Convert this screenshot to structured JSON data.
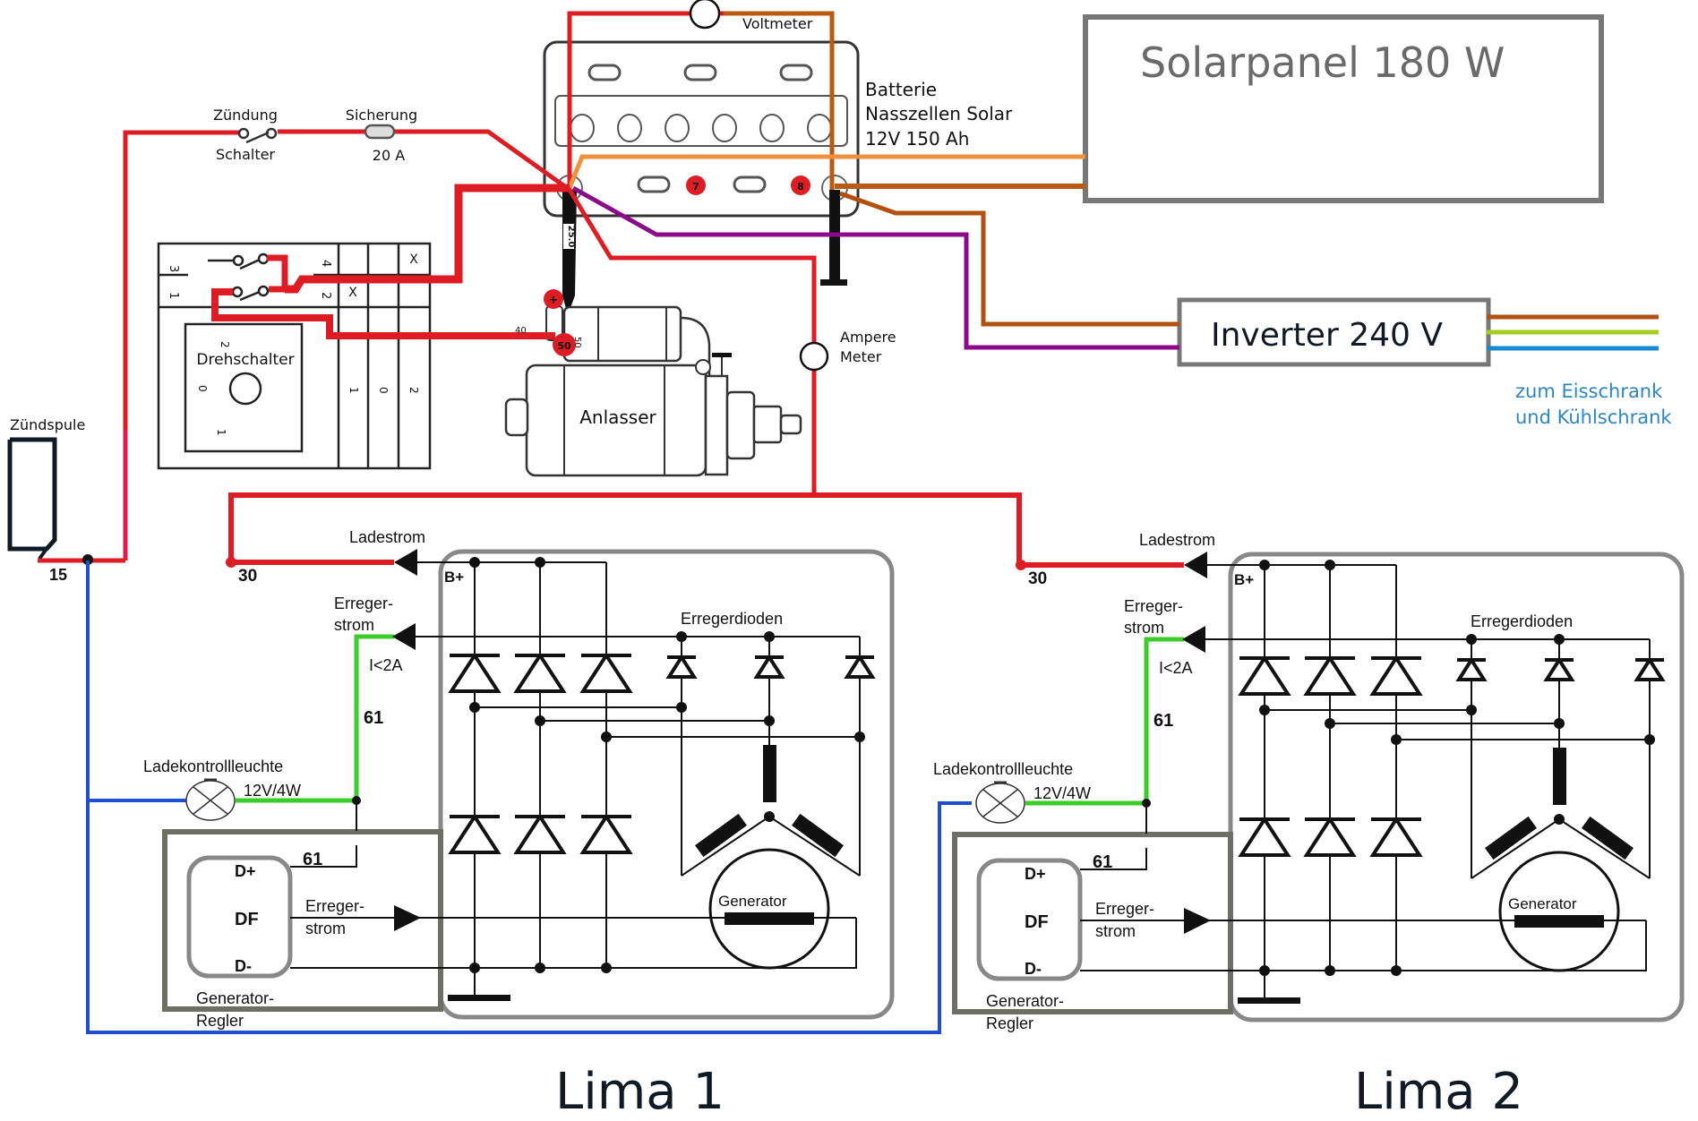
{
  "title": "Schaltplan Solar / Doppel-Lichtmaschine",
  "colors": {
    "wire_plus": "#dd1c24",
    "wire_ignition": "#e8174f",
    "wire_d_minus": "#1e4fd0",
    "wire_excitation": "#3ccc2a",
    "wire_solar_plus": "#f0903f",
    "wire_solar_minus": "#b85a10",
    "wire_inverter_plus": "#8b0a8b",
    "wire_ac_brown": "#b4500f",
    "wire_ac_green": "#a7cc1e",
    "wire_ac_blue": "#1a8ad0",
    "box_grey": "#777777",
    "regler_grey": "#6e6e64",
    "text_blue": "#2d86c5",
    "text_dark": "#0f1a24"
  },
  "top": {
    "voltmeter": "Voltmeter",
    "battery": {
      "line1": "Batterie",
      "line2": "Nasszellen Solar",
      "line3": "12V 150 Ah",
      "terminal_neg_label": "8",
      "terminal_7_label": "7",
      "cable_label": "25.0"
    },
    "solarpanel": "Solarpanel 180 W",
    "inverter": "Inverter 240 V",
    "inverter_output_note_1": "zum Eisschrank",
    "inverter_output_note_2": "und Kühlschrank",
    "ignition": {
      "label_top": "Zündung",
      "label_bottom": "Schalter"
    },
    "fuse": {
      "label_top": "Sicherung",
      "label_bottom": "20 A"
    },
    "rotary_switch": {
      "label": "Drehschalter",
      "terminals": [
        "3",
        "4",
        "1",
        "2",
        "X",
        "X"
      ],
      "positions": [
        "2",
        "0",
        "1"
      ],
      "columns": [
        "1",
        "0",
        "2"
      ]
    },
    "starter": {
      "label": "Anlasser",
      "t_plus": "+",
      "t_50": "50",
      "t_40": "40",
      "t_50b": "50"
    },
    "ammeter": {
      "line1": "Ampere",
      "line2": "Meter"
    },
    "ignition_coil": "Zündspule"
  },
  "alternators": [
    {
      "name": "Lima 1",
      "terminal_15": "15",
      "terminal_30": "30",
      "ladestrom": "Ladestrom",
      "erreger_top_1": "Erreger-",
      "erreger_top_2": "strom",
      "current_limit": "I<2A",
      "terminal_61": "61",
      "lamp_label": "Ladekontrollleuchte",
      "lamp_rating": "12V/4W",
      "b_plus": "B+",
      "erregerdioden": "Erregerdioden",
      "generator": "Generator",
      "reg_61": "61",
      "reg_dplus": "D+",
      "reg_df": "DF",
      "reg_dminus": "D-",
      "reg_erreger_1": "Erreger-",
      "reg_erreger_2": "strom",
      "regler_1": "Generator-",
      "regler_2": "Regler"
    },
    {
      "name": "Lima 2",
      "terminal_30": "30",
      "ladestrom": "Ladestrom",
      "erreger_top_1": "Erreger-",
      "erreger_top_2": "strom",
      "current_limit": "I<2A",
      "terminal_61": "61",
      "lamp_label": "Ladekontrollleuchte",
      "lamp_rating": "12V/4W",
      "b_plus": "B+",
      "erregerdioden": "Erregerdioden",
      "generator": "Generator",
      "reg_61": "61",
      "reg_dplus": "D+",
      "reg_df": "DF",
      "reg_dminus": "D-",
      "reg_erreger_1": "Erreger-",
      "reg_erreger_2": "strom",
      "regler_1": "Generator-",
      "regler_2": "Regler"
    }
  ]
}
